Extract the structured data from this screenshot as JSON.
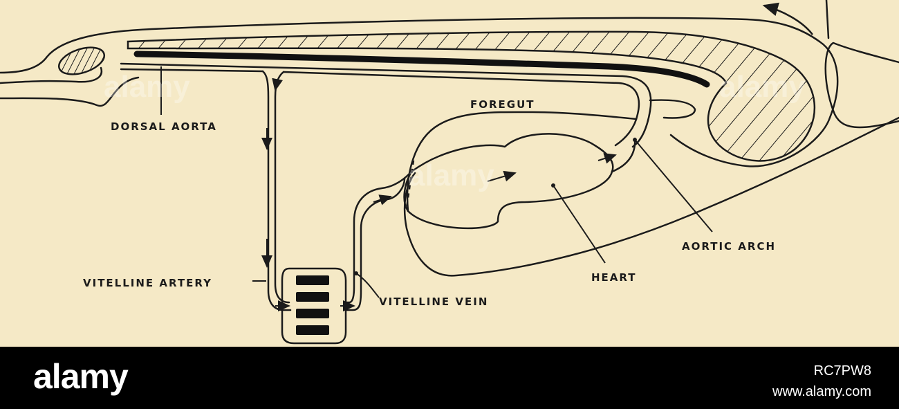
{
  "diagram": {
    "labels": {
      "dorsal_aorta": "DORSAL AORTA",
      "foregut": "FOREGUT",
      "aortic_arch": "AORTIC ARCH",
      "heart": "HEART",
      "vitelline_artery": "VITELLINE ARTERY",
      "vitelline_vein": "VITELLINE VEIN"
    },
    "watermark_text": "alamy",
    "colors": {
      "background": "#f5e9c6",
      "ink": "#1b1b1b",
      "footer": "#000000"
    }
  },
  "footer": {
    "logo": "alamy",
    "image_id": "RC7PW8",
    "site": "www.alamy.com"
  }
}
